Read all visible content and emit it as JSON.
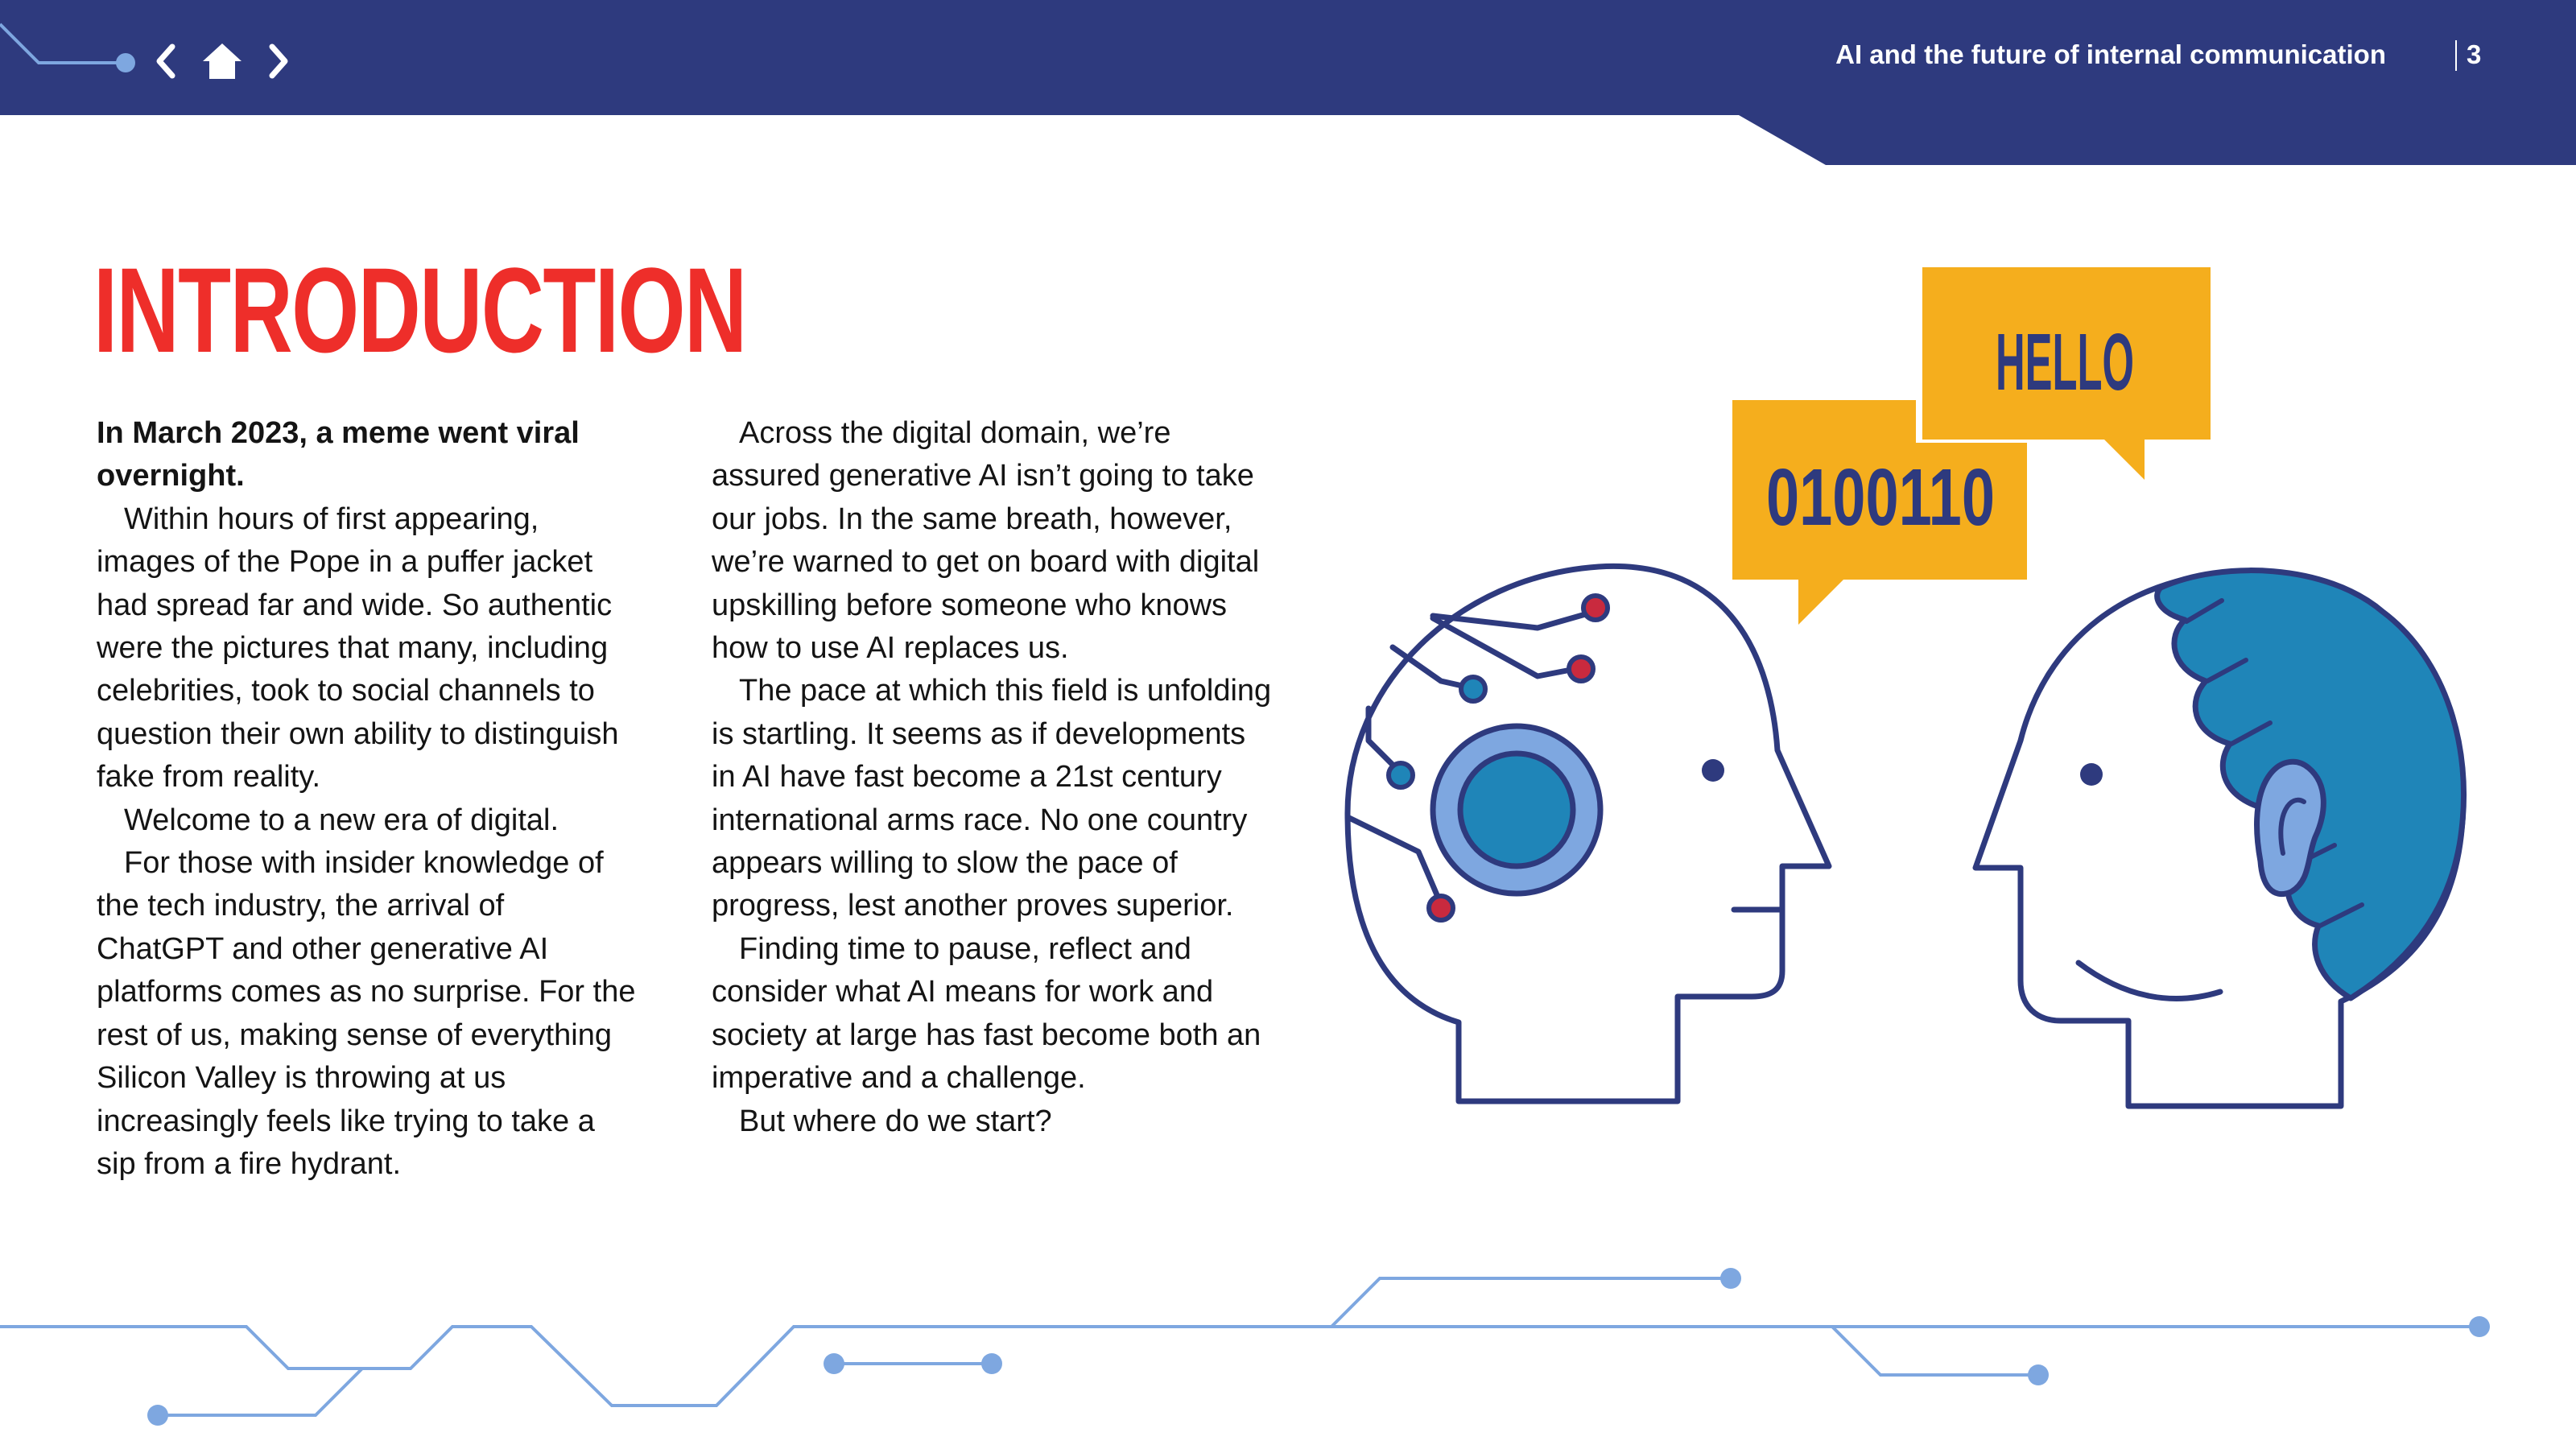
{
  "header": {
    "title": "AI and the future of internal communication",
    "page_number": "3",
    "nav": {
      "back_icon": "chevron-left-icon",
      "home_icon": "home-icon",
      "forward_icon": "chevron-right-icon"
    }
  },
  "page": {
    "title": "INTRODUCTION"
  },
  "columns": {
    "left": {
      "lead": "In March 2023, a meme went viral overnight.",
      "paragraphs": [
        "Within hours of first appearing, images of the Pope in a puffer jacket had spread far and wide. So authentic were the pictures that many, including celebrities, took to social channels to question their own ability to distinguish fake from reality.",
        "Welcome to a new era of digital.",
        "For those with insider knowledge of the tech industry, the arrival of ChatGPT and other generative AI platforms comes as no surprise. For the rest of us, making sense of everything Silicon Valley is throwing at us increasingly feels like trying to take a sip from a fire hydrant."
      ]
    },
    "right": {
      "paragraphs": [
        "Across the digital domain, we’re assured generative AI isn’t going to take our jobs. In the same breath, however, we’re warned to get on board with digital upskilling before someone who knows how to use AI replaces us.",
        "The pace at which this field is unfolding is startling. It seems as if developments in AI have fast become a 21st century international arms race. No one country appears willing to slow the pace of progress, lest another proves superior.",
        "Finding time to pause, reflect and consider what AI means for work and society at large has fast become both an imperative and a challenge.",
        "But where do we start?"
      ]
    }
  },
  "illustration": {
    "bubble_binary": "0100110",
    "bubble_hello": "HELLO"
  },
  "colors": {
    "navy": "#2e3a7e",
    "red": "#ee2e2a",
    "yellow": "#f5ae1d",
    "blue": "#1f85b8",
    "light_blue": "#7ea7e0",
    "circuit_red": "#c92a3e"
  }
}
